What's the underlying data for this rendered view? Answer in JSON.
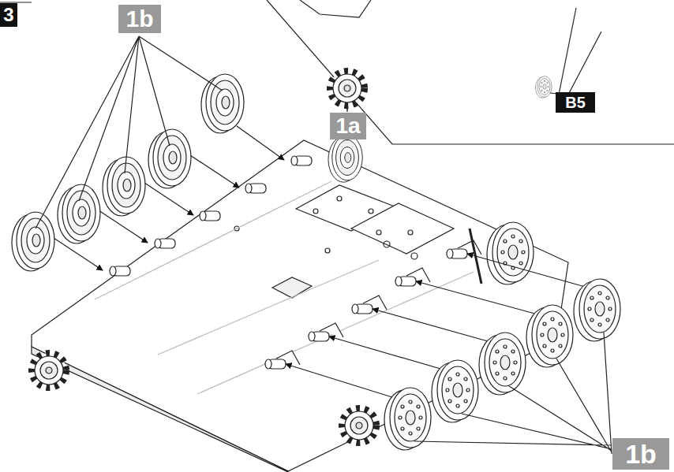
{
  "diagram": {
    "nodes": [
      {
        "text": [
          "3"
        ]
      },
      {
        "text": [
          "1b"
        ]
      },
      {
        "text": [
          "1a"
        ]
      },
      {
        "text": [
          "B5"
        ]
      },
      {
        "text": [
          "1b"
        ]
      }
    ]
  }
}
